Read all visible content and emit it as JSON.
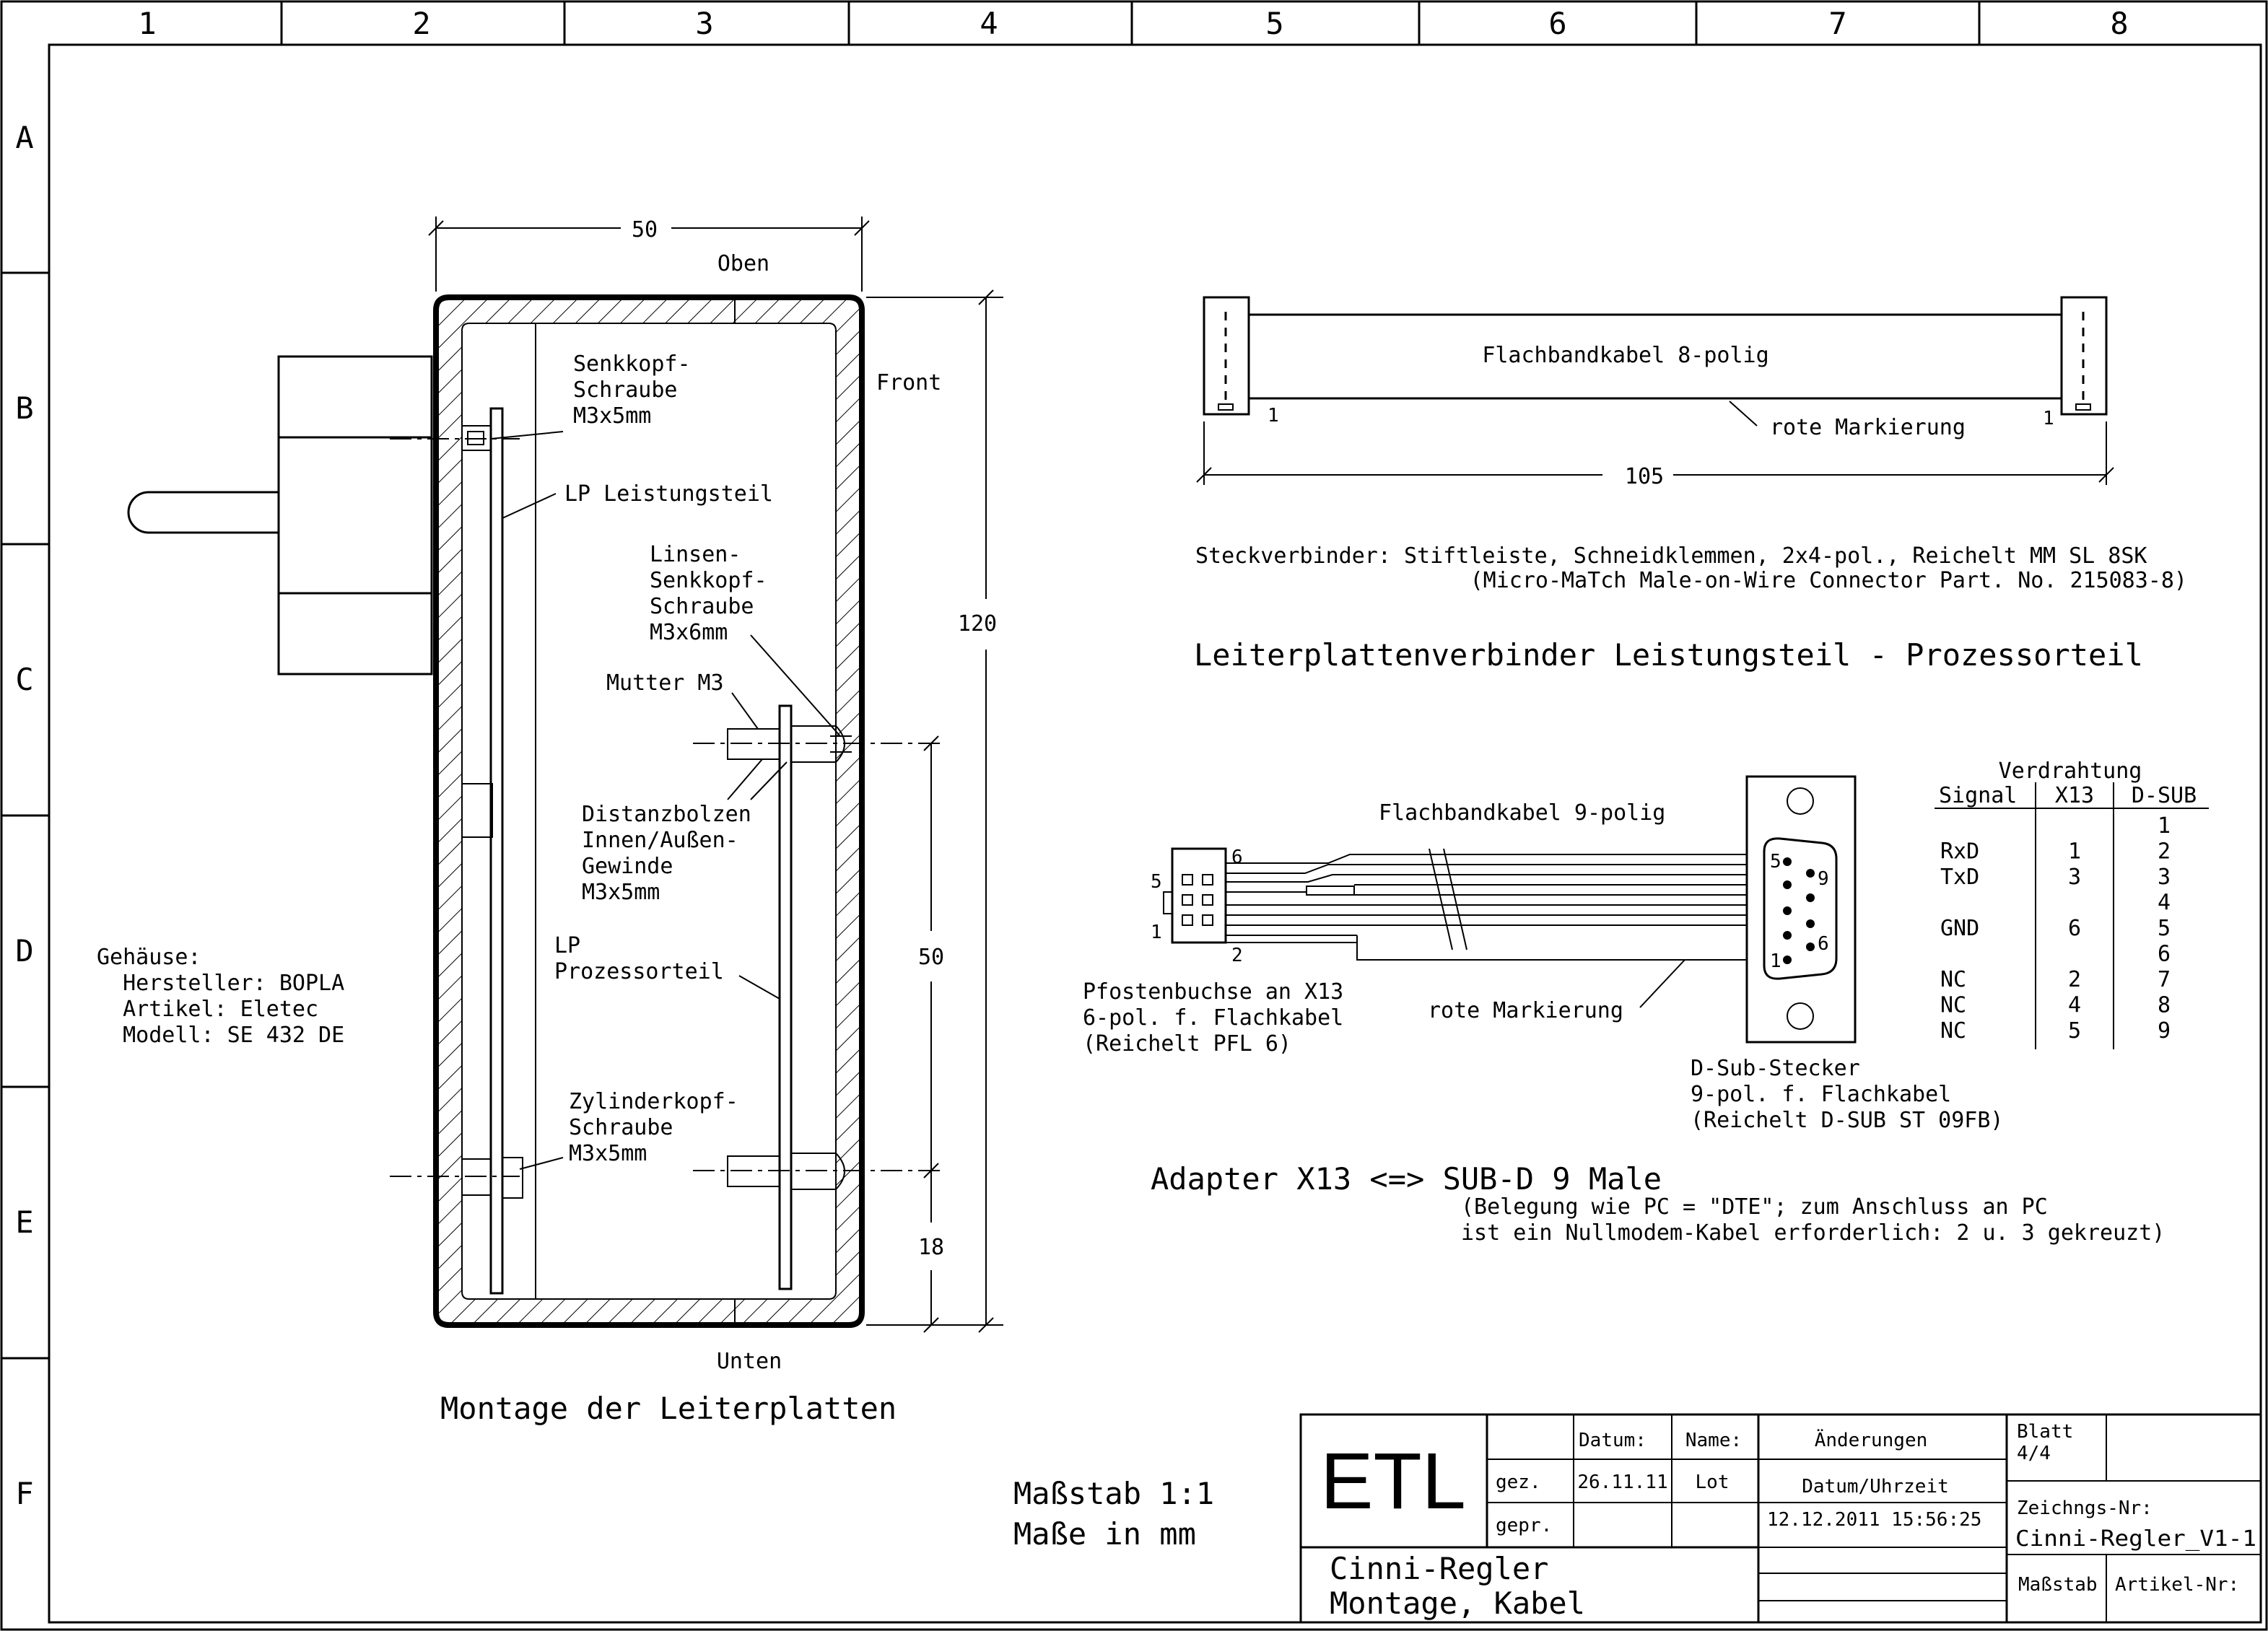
{
  "grid": {
    "columns": [
      "1",
      "2",
      "3",
      "4",
      "5",
      "6",
      "7",
      "8"
    ],
    "rows": [
      "A",
      "B",
      "C",
      "D",
      "E",
      "F"
    ]
  },
  "mounting": {
    "dim_width": "50",
    "top_label": "Oben",
    "front_label": "Front",
    "bottom_label": "Unten",
    "dim_height": "120",
    "dim_spacing": "50",
    "dim_bottom": "18",
    "callouts": {
      "countersunk_screw": [
        "Senkkopf-",
        "Schraube",
        "M3x5mm"
      ],
      "power_board": "LP Leistungsteil",
      "lens_screw": [
        "Linsen-",
        "Senkkopf-",
        "Schraube",
        "M3x6mm"
      ],
      "nut": "Mutter M3",
      "spacer": [
        "Distanzbolzen",
        "Innen/Außen-",
        "Gewinde",
        "M3x5mm"
      ],
      "processor_board": [
        "LP",
        "Prozessorteil"
      ],
      "cylinder_screw": [
        "Zylinderkopf-",
        "Schraube",
        "M3x5mm"
      ]
    },
    "caption": "Montage der Leiterplatten"
  },
  "housing": {
    "lines": [
      "Gehäuse:",
      "  Hersteller: BOPLA",
      "  Artikel: Eletec",
      "  Modell: SE 432 DE"
    ]
  },
  "board_connector": {
    "cable_label": "Flachbandkabel 8-polig",
    "pin1_left": "1",
    "pin1_right": "1",
    "marking": "rote Markierung",
    "dim_length": "105",
    "connector_line1": "Steckverbinder: Stiftleiste, Schneidklemmen, 2x4-pol., Reichelt MM SL 8SK",
    "connector_line2": "(Micro-MaTch Male-on-Wire Connector Part. No. 215083-8)",
    "title": "Leiterplattenverbinder Leistungsteil - Prozessorteil"
  },
  "adapter": {
    "cable_label": "Flachbandkabel 9-polig",
    "header_pins": {
      "p6": "6",
      "p5": "5",
      "p1": "1",
      "p2": "2"
    },
    "dsub_pins": {
      "p5": "5",
      "p9": "9",
      "p1": "1",
      "p6": "6"
    },
    "header_desc": [
      "Pfostenbuchse an X13",
      "6-pol. f. Flachkabel",
      "(Reichelt PFL 6)"
    ],
    "marking": "rote Markierung",
    "dsub_desc": [
      "D-Sub-Stecker",
      "9-pol. f. Flachkabel",
      "(Reichelt D-SUB ST 09FB)"
    ],
    "title": "Adapter X13 <=> SUB-D 9 Male",
    "note1": "(Belegung wie PC = \"DTE\"; zum Anschluss an PC",
    "note2": "ist ein Nullmodem-Kabel erforderlich: 2 u. 3 gekreuzt)"
  },
  "wiring": {
    "title": "Verdrahtung",
    "headers": [
      "Signal",
      "X13",
      "D-SUB"
    ],
    "signals": [
      "",
      "RxD",
      "TxD",
      "",
      "GND",
      "",
      "NC",
      "NC",
      "NC"
    ],
    "x13": [
      "",
      "1",
      "3",
      "",
      "6",
      "",
      "2",
      "4",
      "5"
    ],
    "dsub": [
      "1",
      "2",
      "3",
      "4",
      "5",
      "6",
      "7",
      "8",
      "9"
    ]
  },
  "scale": {
    "line1": "Maßstab 1:1",
    "line2": "Maße in mm"
  },
  "title_block": {
    "logo": "ETL",
    "datum_label": "Datum:",
    "name_label": "Name:",
    "gez_label": "gez.",
    "gepr_label": "gepr.",
    "gez_date": "26.11.11",
    "gez_name": "Lot",
    "changes_label": "Änderungen",
    "datetime_label": "Datum/Uhrzeit",
    "datetime_value": "12.12.2011 15:56:25",
    "title_line1": "Cinni-Regler",
    "title_line2": "Montage, Kabel",
    "sheet_label": "Blatt",
    "sheet_value": "4/4",
    "drawing_no_label": "Zeichngs-Nr:",
    "drawing_no": "Cinni-Regler_V1-1",
    "scale_label": "Maßstab",
    "article_label": "Artikel-Nr:"
  }
}
